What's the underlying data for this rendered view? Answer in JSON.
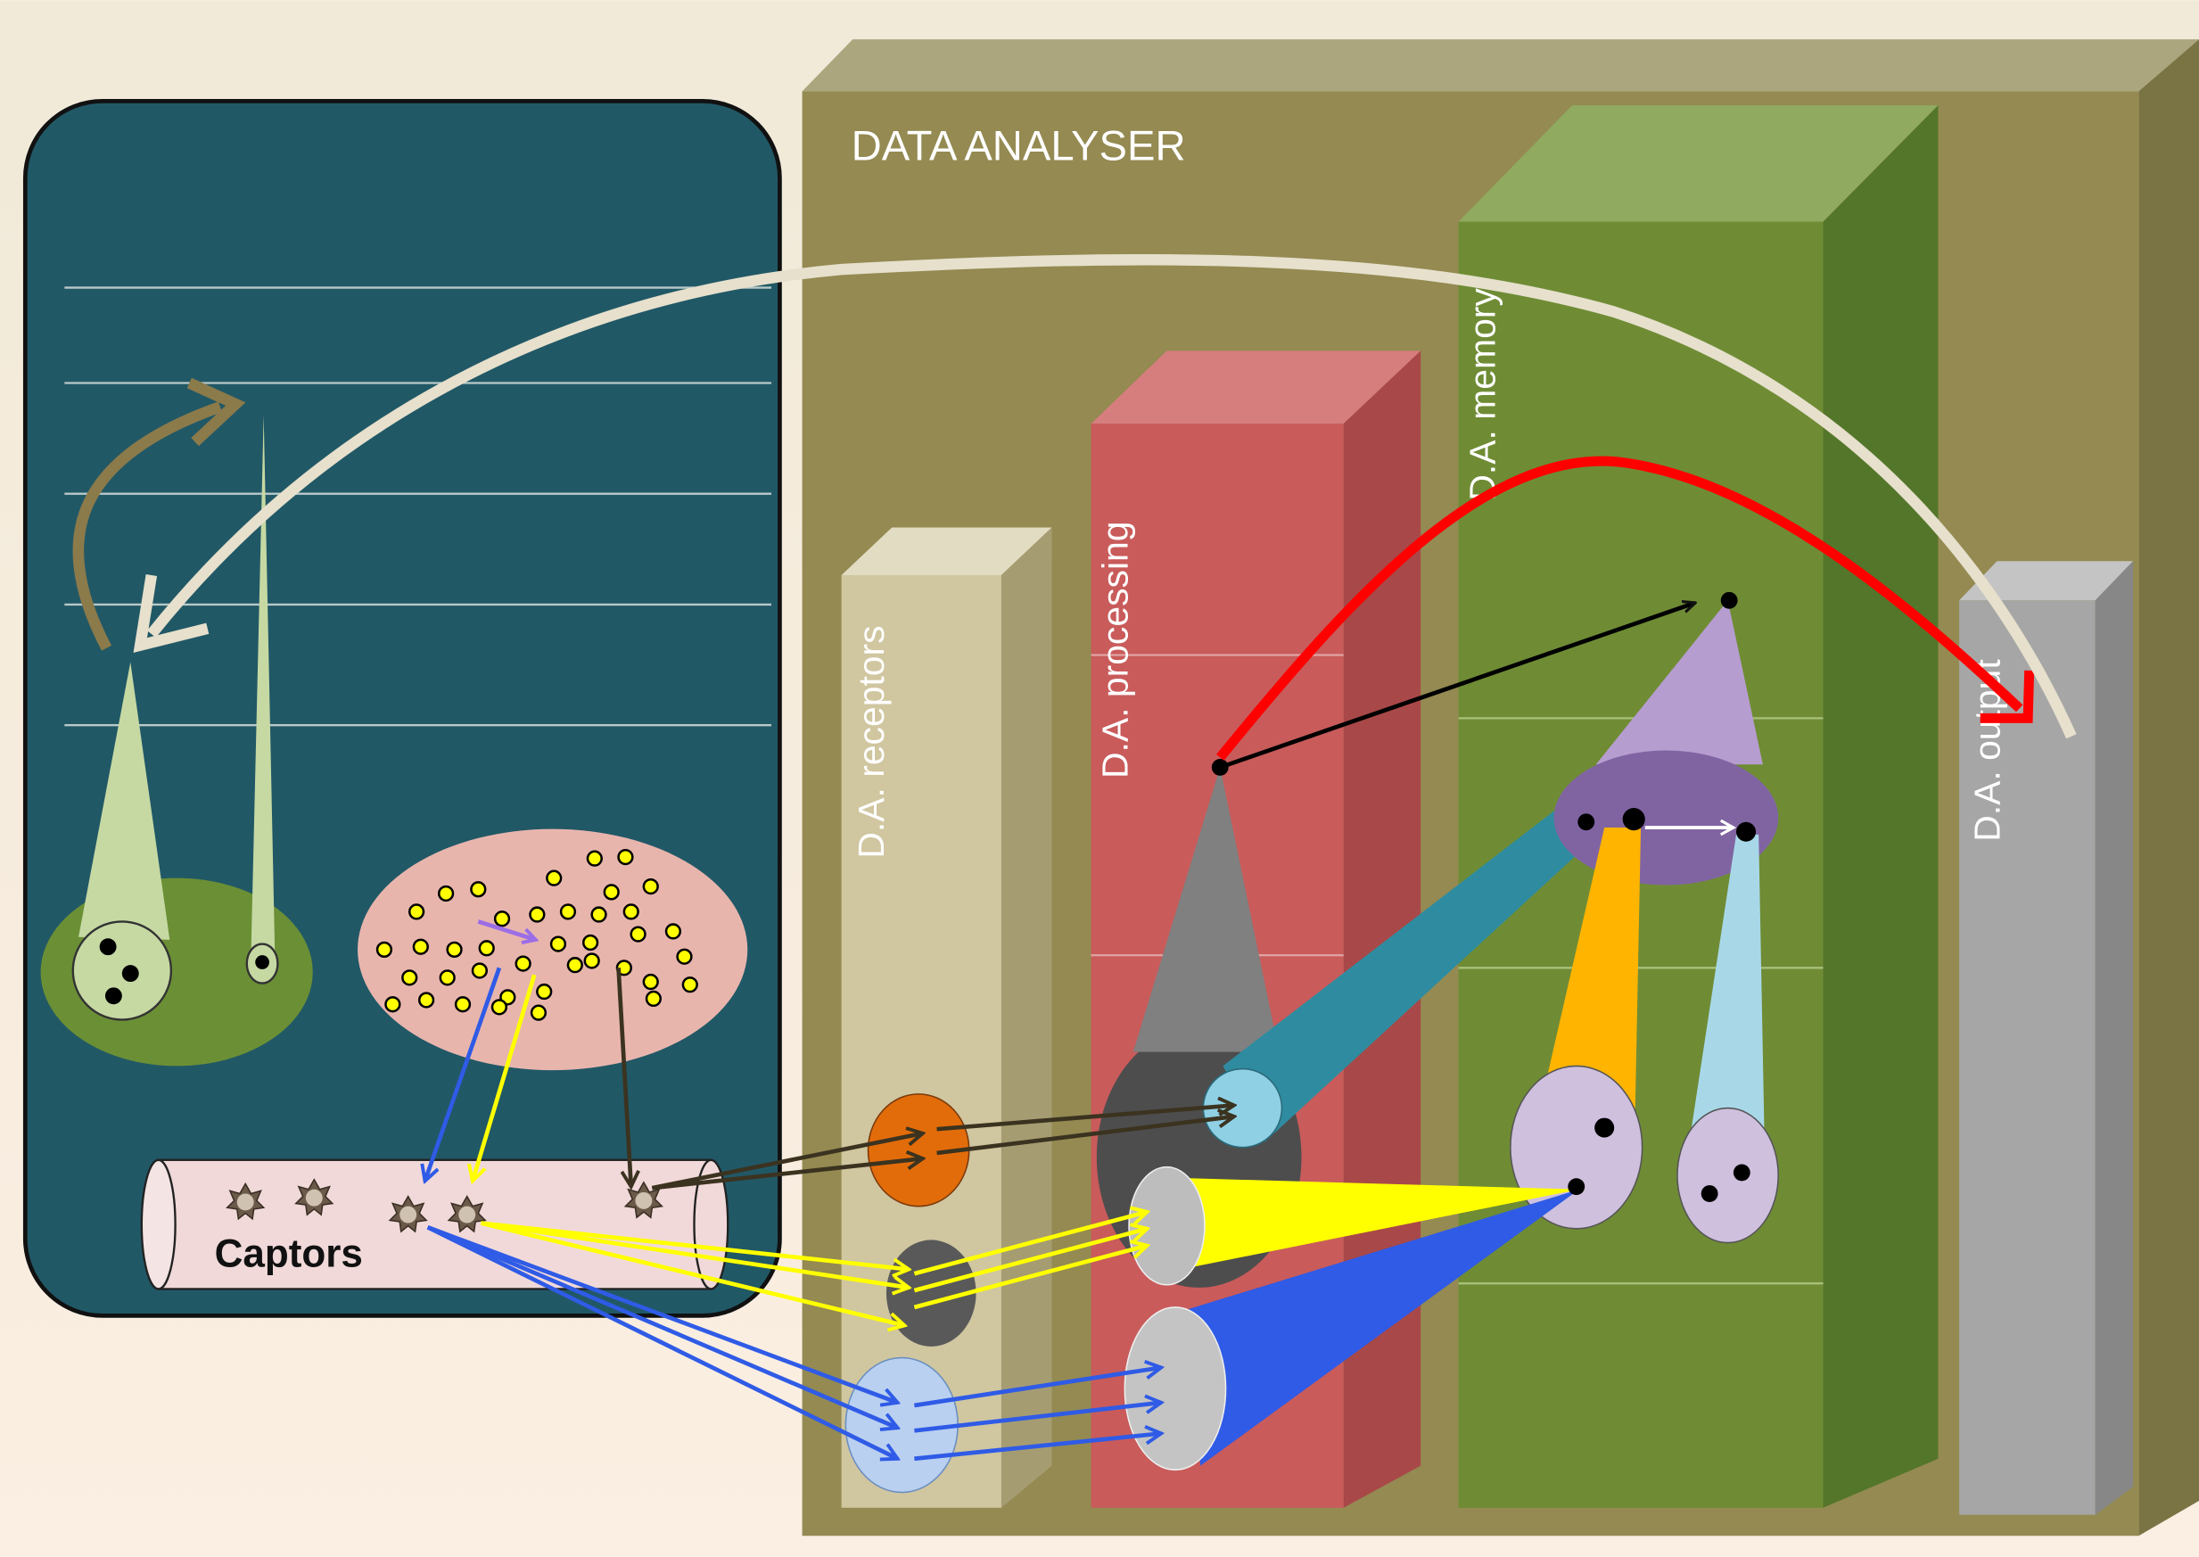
{
  "labels": {
    "data_analyser": "DATA ANALYSER",
    "receptors": "D.A. receptors",
    "processing": "D.A. processing",
    "memory": "D.A. memory",
    "output": "D.A. output",
    "captors": "Captors"
  },
  "colors": {
    "background_top": "#f1ead8",
    "background_bottom": "#fbeee2",
    "environment_panel": "#215866",
    "analyser_box": "#948a52",
    "receptors_column": "#d0c6a0",
    "processing_column": "#c95b5b",
    "memory_column": "#6f8c35",
    "output_column": "#a6a6a6",
    "feedback_arrow": "#e6e0cc",
    "red_arrow": "#ff0000",
    "blue_signal": "#2f5be6",
    "yellow_signal": "#ffff00"
  }
}
